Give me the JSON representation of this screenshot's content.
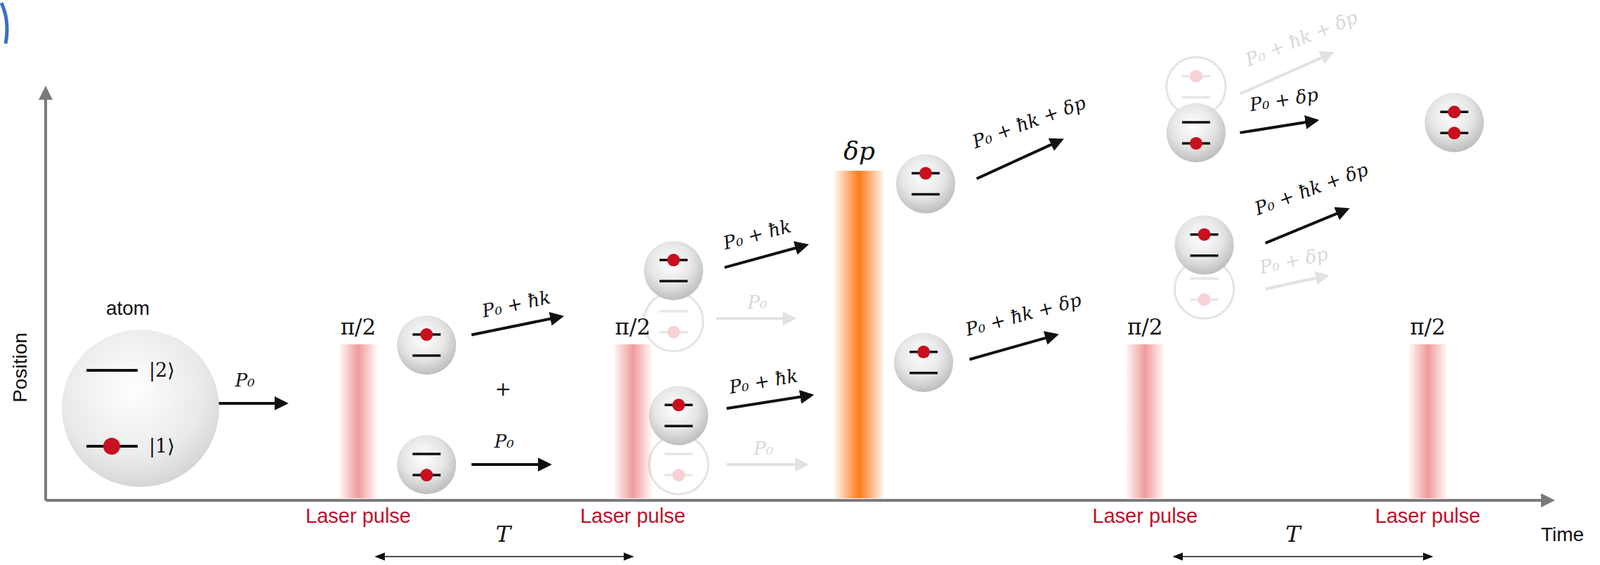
{
  "diagram": {
    "nodes": [
      {
        "text": [
          "atom",
          "|2⟩",
          "|1⟩"
        ]
      },
      {
        "text": [
          "π/2",
          "Laser pulse"
        ]
      },
      {
        "text": [
          "π/2",
          "Laser pulse"
        ]
      },
      {
        "text": [
          "δp"
        ]
      },
      {
        "text": [
          "π/2",
          "Laser pulse"
        ]
      },
      {
        "text": [
          "π/2",
          "Laser pulse"
        ]
      }
    ],
    "labels": [
      "Position",
      "P₀",
      "P₀ + ħk",
      "+",
      "P₀",
      "T",
      "P₀ + ħk",
      "P₀",
      "P₀ + ħk",
      "P₀",
      "P₀ + ħk + δp",
      "P₀ + ħk + δp",
      "P₀ + ħk + δp",
      "P₀ + δp",
      "P₀ + ħk + δp",
      "P₀ + δp",
      "T",
      "Time"
    ]
  }
}
